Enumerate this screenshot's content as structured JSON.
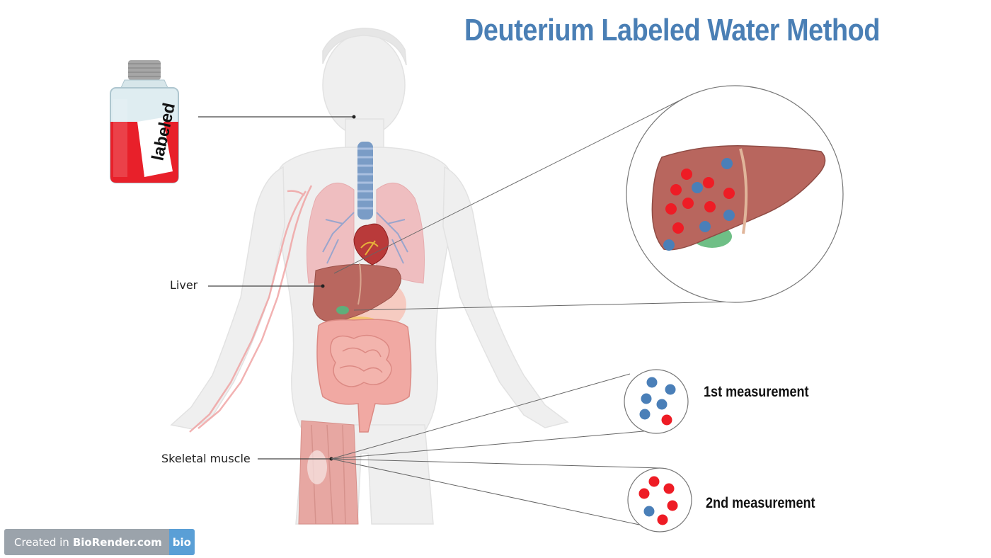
{
  "title": "Deuterium Labeled Water Method",
  "bottle": {
    "label": "labeled"
  },
  "labels": {
    "liver": "Liver",
    "skeletal_muscle": "Skeletal muscle",
    "measurement_1": "1st measurement",
    "measurement_2": "2nd measurement"
  },
  "watermark": {
    "prefix": "Created in",
    "brand": "BioRender.com",
    "logo": "bio"
  },
  "colors": {
    "title": "#4a7fb5",
    "labeled_dot": "#ee1c25",
    "unlabeled_dot": "#4a7fb8",
    "liver": "#c07a70",
    "bottle_liquid": "#e8202a"
  }
}
